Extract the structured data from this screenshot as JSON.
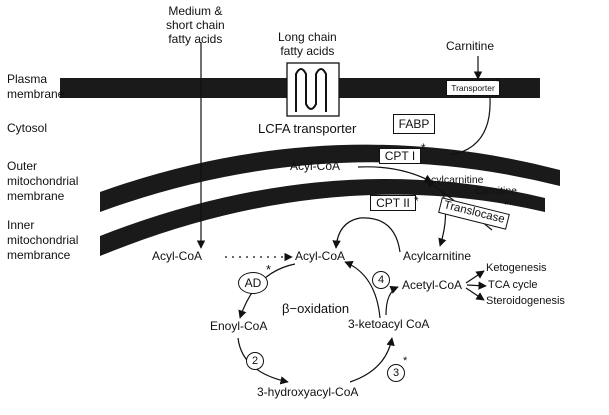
{
  "labels": {
    "medium_short_fatty_acids": "Medium &\nshort chain\nfatty acids",
    "long_chain_fatty_acids": "Long chain\nfatty acids",
    "carnitine_top": "Carnitine",
    "plasma_membrane": "Plasma\nmembrane",
    "cytosol": "Cytosol",
    "outer_mito_membrane": "Outer\nmitochondrial\nmembrane",
    "inner_mito_membrane": "Inner\nmitochondrial\nmembrance",
    "lcfa_transporter": "LCFA transporter",
    "fabp": "FABP",
    "transporter": "Transporter",
    "cpt1": "CPT I",
    "cpt2": "CPT II",
    "translocase": "Translocase",
    "acyl_coa_cytosol": "Acyl-CoA",
    "acylcarnitine_small": "Acylcarnitine",
    "carnitine_small": "Carnitine",
    "acyl_coa_matrix_left": "Acyl-CoA",
    "acyl_coa_matrix": "Acyl-CoA",
    "acylcarnitine_matrix": "Acylcarnitine",
    "ad": "AD",
    "beta_oxidation": "β−oxidation",
    "enoyl_coa": "Enoyl-CoA",
    "ketoacyl_coa": "3-ketoacyl CoA",
    "hydroxyacyl_coa": "3-hydroxyacyl-CoA",
    "acetyl_coa": "Acetyl-CoA",
    "ketogenesis": "Ketogenesis",
    "tca_cycle": "TCA cycle",
    "steroidogenesis": "Steroidogenesis",
    "step2": "2",
    "step3": "3",
    "step4": "4",
    "star": "*"
  }
}
